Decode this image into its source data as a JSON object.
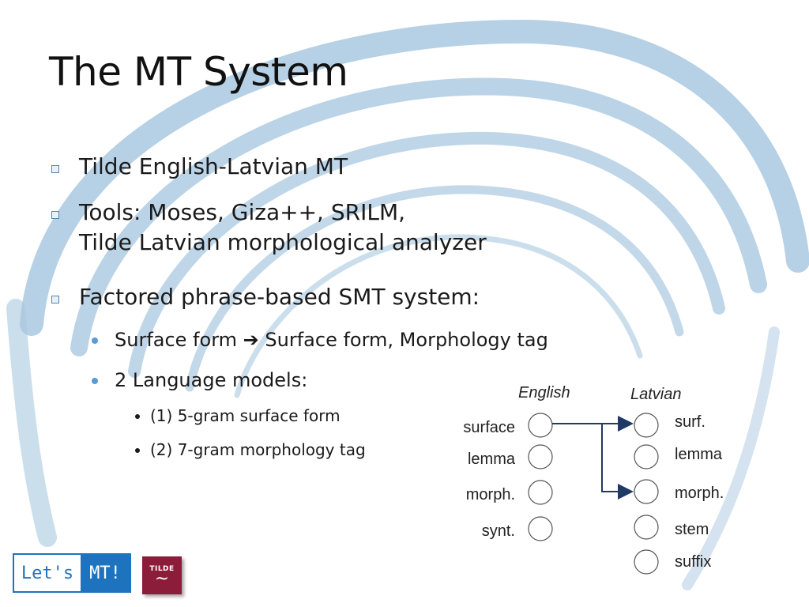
{
  "slide": {
    "title": "The MT System",
    "bullets": [
      {
        "text": "Tilde English-Latvian MT"
      },
      {
        "line1": "Tools: Moses, Giza++, SRILM,",
        "line2": "Tilde Latvian morphological analyzer"
      },
      {
        "text": "Factored phrase-based SMT system:"
      }
    ],
    "sub_bullets": [
      {
        "before": "Surface form",
        "arrow": "➔",
        "after": "Surface form, Morphology tag"
      },
      {
        "text": "2 Language models:"
      }
    ],
    "sub_sub_bullets": [
      {
        "text": "(1) 5-gram surface form"
      },
      {
        "text": "(2) 7-gram morphology tag"
      }
    ]
  },
  "diagram": {
    "english_header": "English",
    "latvian_header": "Latvian",
    "english_factors": [
      "surface",
      "lemma",
      "morph.",
      "synt."
    ],
    "latvian_factors": [
      "surf.",
      "lemma",
      "morph.",
      "stem",
      "suffix"
    ]
  },
  "logos": {
    "letsmt_left": "Let's",
    "letsmt_right": "MT!",
    "tilde": "TILDE",
    "tilde_mark": "~"
  },
  "colors": {
    "swirl": "#a9c8e0",
    "bullet_square": "#4d87b6",
    "bullet_dot": "#5b9bd5",
    "diagram_arrow": "#1f3a64",
    "letsmt_blue": "#1e73be",
    "tilde_red": "#8b1d3a"
  }
}
